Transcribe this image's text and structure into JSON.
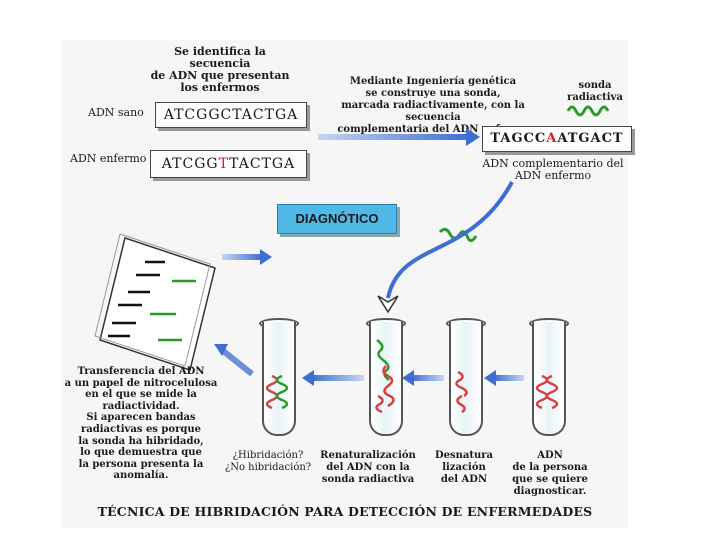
{
  "step_identify": [
    "Se identifica la secuencia",
    "de ADN que presentan",
    "los enfermos"
  ],
  "adn_sano_label": "ADN sano",
  "adn_sano_seq": "ATCGGCTACTGA",
  "adn_enfermo_label": "ADN enfermo",
  "adn_enfermo_seq_pre": "ATCGG",
  "adn_enfermo_seq_mut": "T",
  "adn_enfermo_seq_post": "TACTGA",
  "step_probe": [
    "Mediante Ingeniería genética",
    "se construye una sonda,",
    "marcada radiactivamente, con la secuencia",
    "complementaria del ADN enfermo"
  ],
  "sonda_label": [
    "sonda",
    "radiactiva"
  ],
  "probe_seq_pre": "TAGCC",
  "probe_seq_mut": "A",
  "probe_seq_post": "ATGACT",
  "probe_caption": [
    "ADN complementario del",
    "ADN enfermo"
  ],
  "diagnostico": "DIAGNÓTICO",
  "transfer_text": [
    "Transferencia del ADN",
    "a un papel de nitrocelulosa",
    "en el que se mide la",
    "radiactividad.",
    "Si aparecen bandas",
    "radiactivas es porque",
    "la sonda ha hibridado,",
    "lo que demuestra que",
    "la persona presenta la",
    "anomalía."
  ],
  "tube_labels": {
    "t1": [
      "¿Hibridación?",
      "¿No hibridación?"
    ],
    "t2": [
      "Renaturalización",
      "del ADN con la",
      "sonda radiactiva"
    ],
    "t3": [
      "Desnatura",
      "lización",
      "del ADN"
    ],
    "t4": [
      "ADN",
      "de la persona",
      "que se quiere",
      "diagnosticar."
    ]
  },
  "footer_title": "TÉCNICA DE HIBRIDACIÓN PARA DETECCIÓN DE ENFERMEDADES",
  "colors": {
    "mutation": "#d62020",
    "probe_green": "#2a9a2a",
    "dna_red": "#d84040",
    "arrow_blue": "#3e6fd0",
    "diag_box": "#4fb8e6"
  }
}
